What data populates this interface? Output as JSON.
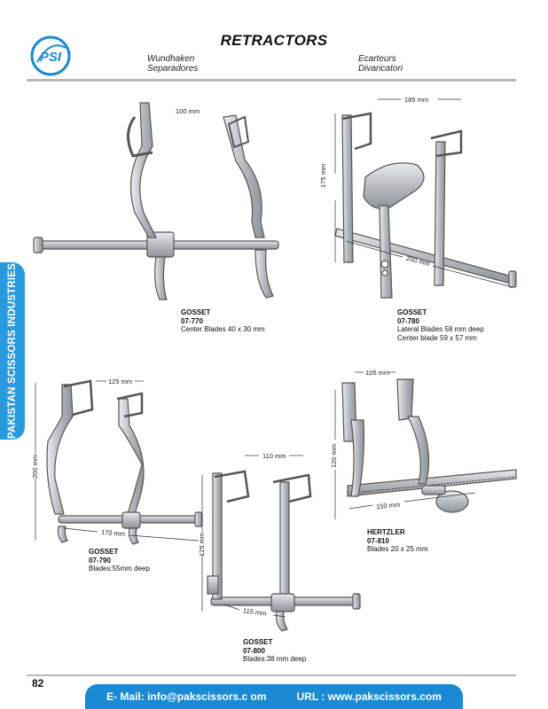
{
  "header": {
    "logo_text": "PSI",
    "title": "RETRACTORS",
    "subtitles_left": [
      "Wundhaken",
      "Separadores"
    ],
    "subtitles_right": [
      "Ecarteurs",
      "Divaricatori"
    ]
  },
  "side_label": "PAKISTAN SCISSORS INDUSTRIES",
  "products": [
    {
      "name": "GOSSET",
      "code": "07-770",
      "details": [
        "Center Blades 40 x 30 mm"
      ],
      "dimensions": [
        "100 mm"
      ]
    },
    {
      "name": "GOSSET",
      "code": "07-780",
      "details": [
        "Lateral Blades 58 mm deep",
        "Center blade 59 x 57 mm"
      ],
      "dimensions": [
        "185 mm",
        "175 mm",
        "200 mm"
      ]
    },
    {
      "name": "GOSSET",
      "code": "07-790",
      "details": [
        "Blades:55mm deep"
      ],
      "dimensions": [
        "125 mm",
        "200 mm",
        "170 mm"
      ]
    },
    {
      "name": "GOSSET",
      "code": "07-800",
      "details": [
        "Blades:38 mm deep"
      ],
      "dimensions": [
        "110 mm",
        "125 mm",
        "115 mm"
      ]
    },
    {
      "name": "HERTZLER",
      "code": "07-810",
      "details": [
        "Blades 20 x 25 mm"
      ],
      "dimensions": [
        "105 mm",
        "120 mm",
        "150 mm"
      ]
    }
  ],
  "page_number": "82",
  "footer": {
    "email": "E- Mail: info@pakscissors.c om",
    "url": "URL  :  www.pakscissors.com"
  },
  "colors": {
    "accent": "#1a8ad4",
    "rule": "#b9b9b9",
    "metal": "#c9ccd0"
  }
}
